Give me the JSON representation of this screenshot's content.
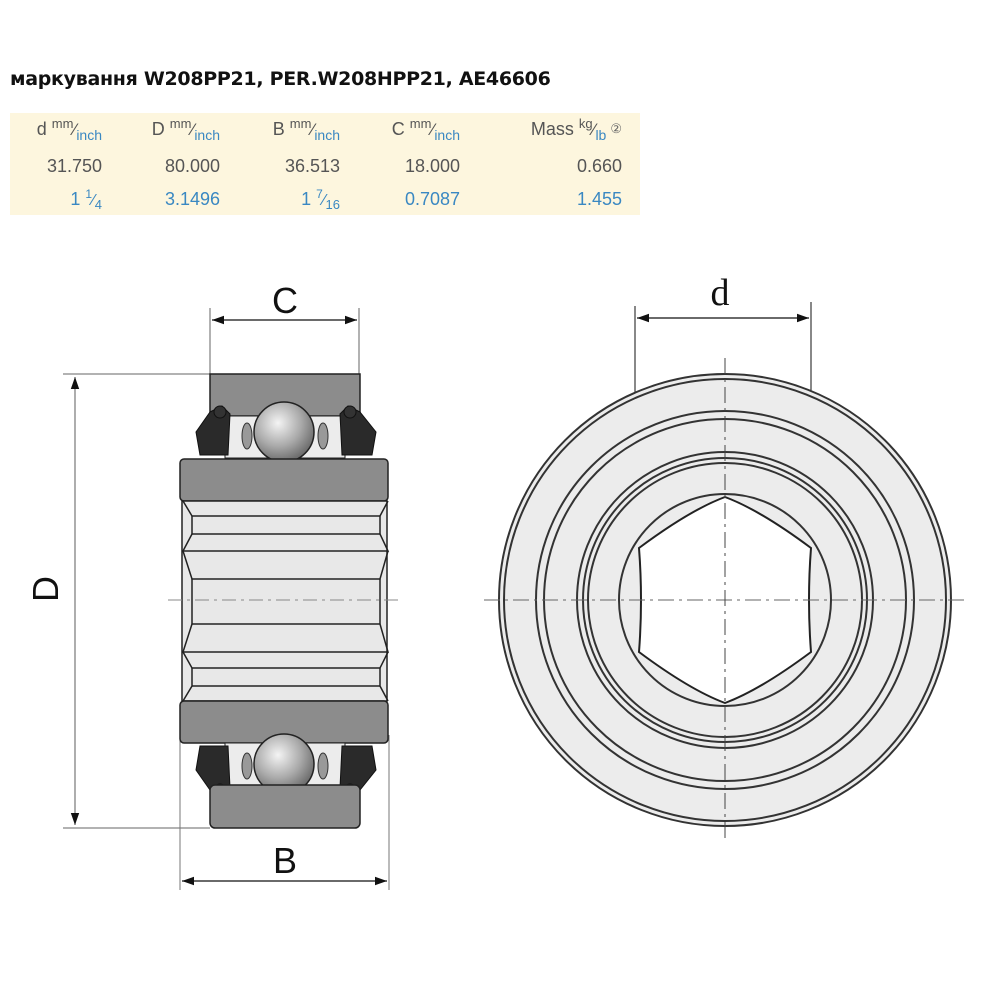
{
  "title": "маркування W208PP21, PER.W208HPP21, AE46606",
  "table": {
    "background": "#fdf6de",
    "metric_color": "#555555",
    "imperial_color": "#3a88c2",
    "columns": [
      {
        "symbol": "d",
        "unit_top": "mm",
        "unit_bottom": "inch",
        "mm": "31.750",
        "inch_whole": "1",
        "inch_num": "1",
        "inch_den": "4"
      },
      {
        "symbol": "D",
        "unit_top": "mm",
        "unit_bottom": "inch",
        "mm": "80.000",
        "inch": "3.1496"
      },
      {
        "symbol": "B",
        "unit_top": "mm",
        "unit_bottom": "inch",
        "mm": "36.513",
        "inch_whole": "1",
        "inch_num": "7",
        "inch_den": "16"
      },
      {
        "symbol": "C",
        "unit_top": "mm",
        "unit_bottom": "inch",
        "mm": "18.000",
        "inch": "0.7087"
      },
      {
        "symbol": "Mass",
        "unit_top": "kg",
        "unit_bottom": "lb",
        "note": "②",
        "mm": "0.660",
        "inch": "1.455"
      }
    ]
  },
  "drawing": {
    "side_view": {
      "dimension_labels": {
        "C": "C",
        "B": "B",
        "D": "D"
      }
    },
    "front_view": {
      "dimension_labels": {
        "d": "d"
      },
      "bore_shape": "hexagon"
    },
    "colors": {
      "ring_fill": "#8c8c8c",
      "inner_fill": "#e6e6e6",
      "face_fill": "#ececec",
      "seal_fill": "#2a2a2a",
      "line": "#222222"
    }
  }
}
